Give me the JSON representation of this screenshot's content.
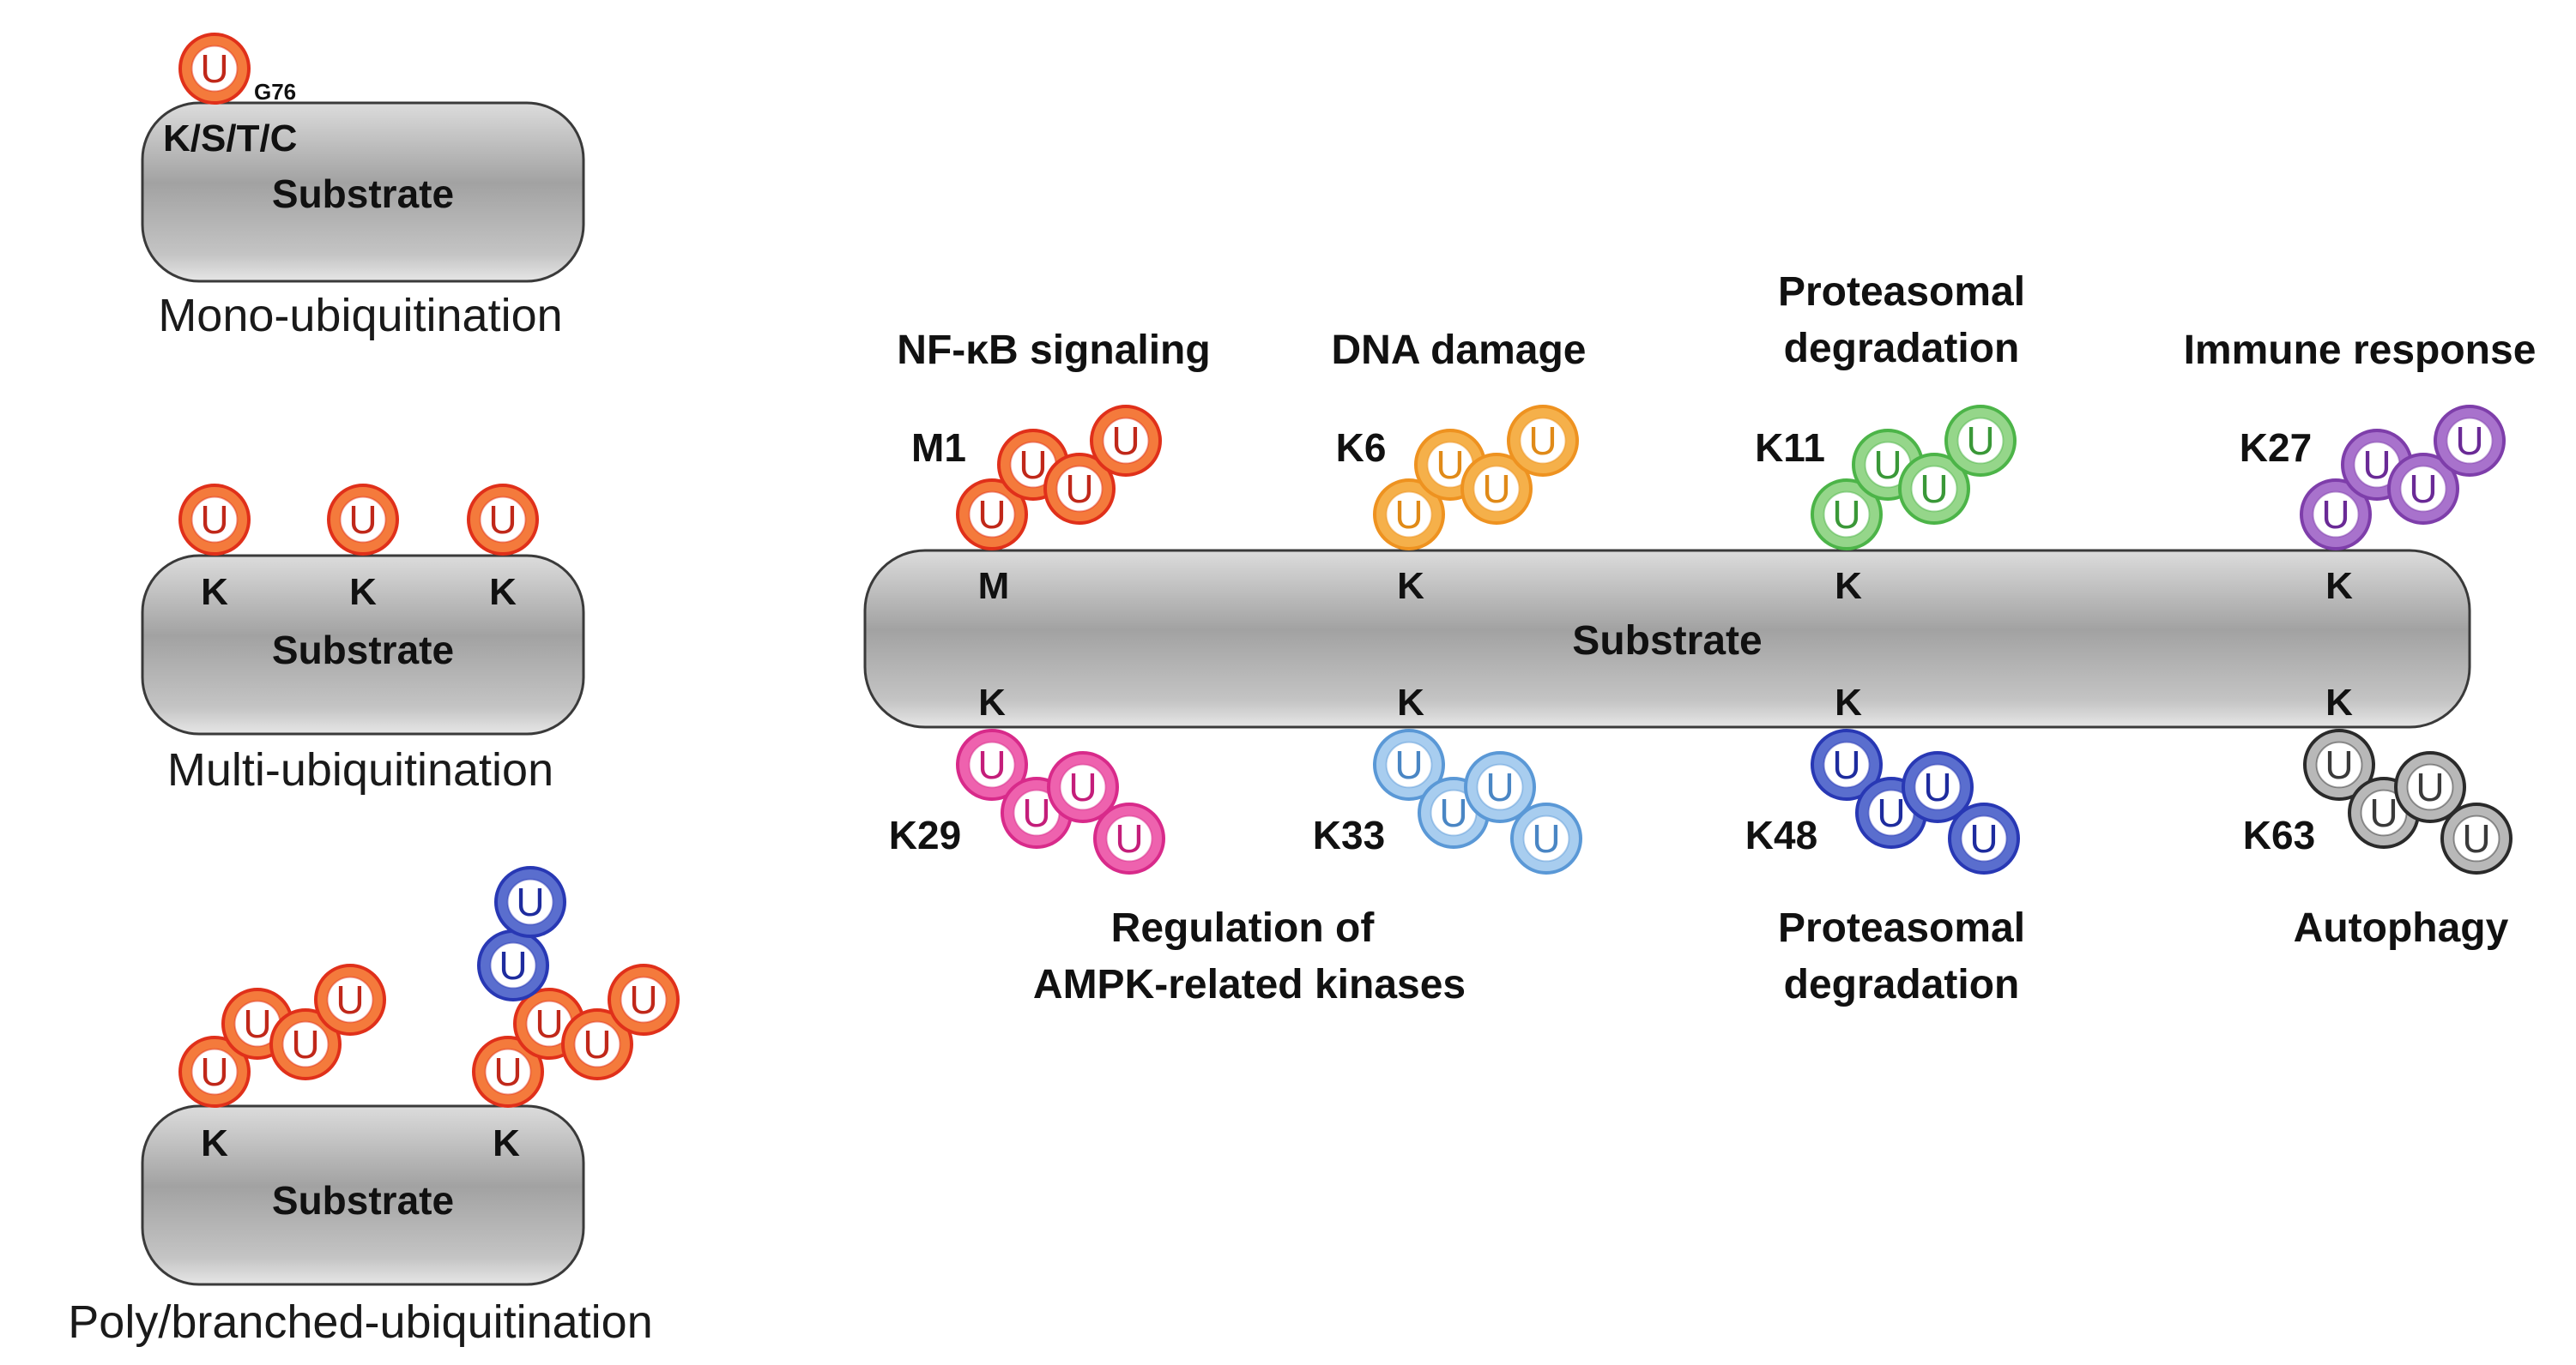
{
  "colors": {
    "orange": {
      "fill": "#f47a3c",
      "stroke": "#e0301a",
      "inner": "#ffffff",
      "text": "#c0281a"
    },
    "yellow": {
      "fill": "#f5b04a",
      "stroke": "#ee9220",
      "inner": "#ffffff",
      "text": "#e08a18"
    },
    "green": {
      "fill": "#95d68a",
      "stroke": "#4cb448",
      "inner": "#ffffff",
      "text": "#3a9838"
    },
    "purple": {
      "fill": "#a872cc",
      "stroke": "#7e3eaa",
      "inner": "#ffffff",
      "text": "#6a2a96"
    },
    "pink": {
      "fill": "#ee62ae",
      "stroke": "#d82a8a",
      "inner": "#ffffff",
      "text": "#c41e7a"
    },
    "lightblue": {
      "fill": "#a8cdef",
      "stroke": "#5a98d6",
      "inner": "#ffffff",
      "text": "#4a86c4"
    },
    "darkblue": {
      "fill": "#5a6ece",
      "stroke": "#2838b4",
      "inner": "#ffffff",
      "text": "#1e2c9e"
    },
    "gray": {
      "fill": "#b8b8b8",
      "stroke": "#2a2a2a",
      "inner": "#ffffff",
      "text": "#3a3a3a"
    }
  },
  "ub_letter": "U",
  "substrate_label": "Substrate",
  "left_panels": {
    "mono": {
      "caption": "Mono-ubiquitination",
      "site_label": "K/S/T/C",
      "residue_label": "G76"
    },
    "multi": {
      "caption": "Multi-ubiquitination",
      "sites": [
        "K",
        "K",
        "K"
      ]
    },
    "poly": {
      "caption": "Poly/branched-ubiquitination",
      "sites": [
        "K",
        "K"
      ]
    }
  },
  "linkages": {
    "top": [
      {
        "linkage": "M1",
        "site": "M",
        "function": [
          "NF-κB signaling"
        ],
        "color": "orange"
      },
      {
        "linkage": "K6",
        "site": "K",
        "function": [
          "DNA damage"
        ],
        "color": "yellow"
      },
      {
        "linkage": "K11",
        "site": "K",
        "function": [
          "Proteasomal",
          "degradation"
        ],
        "color": "green"
      },
      {
        "linkage": "K27",
        "site": "K",
        "function": [
          "Immune response"
        ],
        "color": "purple"
      }
    ],
    "bottom": [
      {
        "linkage": "K29",
        "site": "K",
        "color": "pink"
      },
      {
        "linkage": "K33",
        "site": "K",
        "color": "lightblue"
      },
      {
        "linkage": "K48",
        "site": "K",
        "color": "darkblue"
      },
      {
        "linkage": "K63",
        "site": "K",
        "color": "gray"
      }
    ],
    "bottom_functions": {
      "k29_k33": [
        "Regulation of",
        "AMPK-related kinases"
      ],
      "k48": [
        "Proteasomal",
        "degradation"
      ],
      "k63": [
        "Autophagy"
      ]
    }
  }
}
